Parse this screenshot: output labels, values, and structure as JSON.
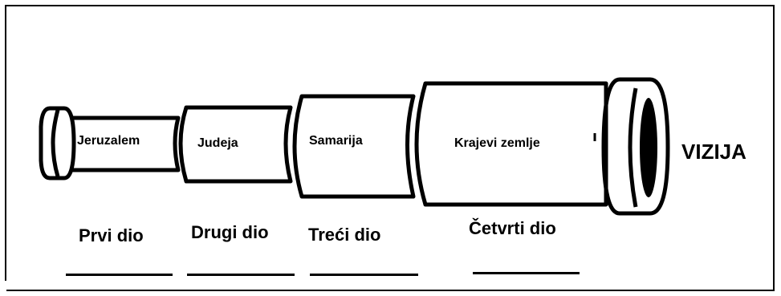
{
  "segments": {
    "s1": "Jeruzalem",
    "s2": "Judeja",
    "s3": "Samarija",
    "s4": "Krajevi zemlje"
  },
  "parts": {
    "p1": "Prvi dio",
    "p2": "Drugi dio",
    "p3": "Treći dio",
    "p4": "Četvrti dio"
  },
  "vision": "VIZIJA"
}
